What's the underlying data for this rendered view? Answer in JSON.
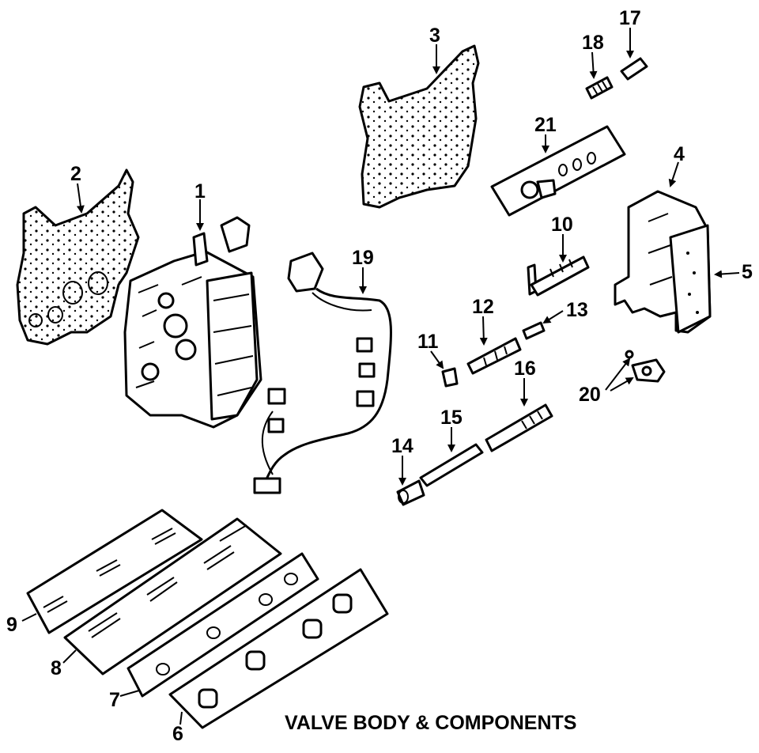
{
  "title": "VALVE BODY & COMPONENTS",
  "callouts": [
    "1",
    "2",
    "3",
    "4",
    "5",
    "6",
    "7",
    "8",
    "9",
    "10",
    "11",
    "12",
    "13",
    "14",
    "15",
    "16",
    "17",
    "18",
    "19",
    "20",
    "21"
  ]
}
